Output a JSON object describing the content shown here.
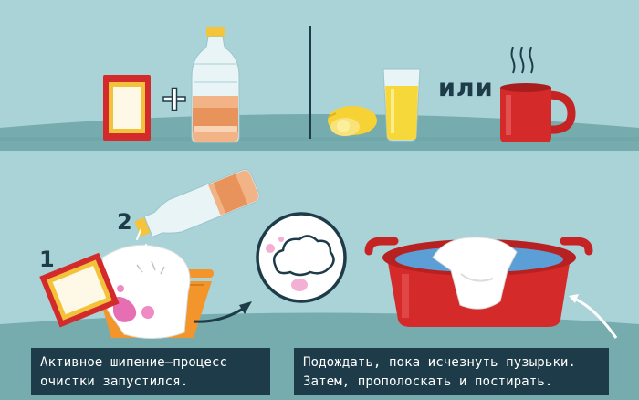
{
  "step_labels": {
    "one": "1",
    "two": "2"
  },
  "or_label": "или",
  "captions": {
    "left": [
      "Активное шипение—процесс",
      "очистки запустился."
    ],
    "right": [
      "Подождать, пока исчезнуть пузырьки.",
      "Затем, прополоскать и постирать."
    ]
  },
  "colors": {
    "background": "#a9d3d6",
    "shelf": "#6fa7aa",
    "navy": "#1d3b48",
    "red": "#d42a2a",
    "orange": "#f3952b"
  }
}
